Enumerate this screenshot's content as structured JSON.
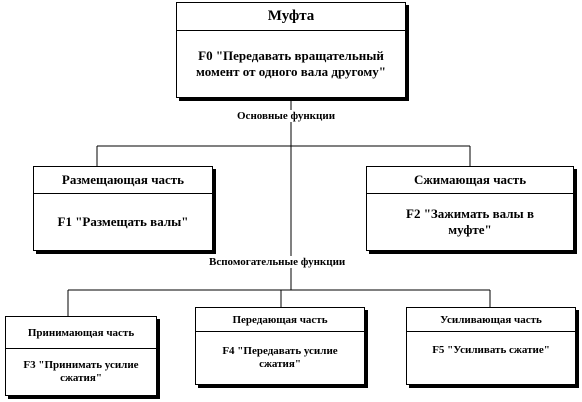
{
  "root": {
    "title": "Муфта",
    "function": "F0 \"Передавать вращательный момент от одного вала другому\""
  },
  "labels": {
    "main": "Основные функции",
    "aux": "Вспомогательные функции"
  },
  "main_parts": [
    {
      "title": "Размещающая часть",
      "function": "F1 \"Размещать валы\""
    },
    {
      "title": "Сжимающая часть",
      "function": "F2 \"Зажимать валы в муфте\""
    }
  ],
  "aux_parts": [
    {
      "title": "Принимающая часть",
      "function": "F3 \"Принимать усилие сжатия\""
    },
    {
      "title": "Передающая часть",
      "function": "F4 \"Передавать усилие сжатия\""
    },
    {
      "title": "Усиливающая часть",
      "function": "F5 \"Усиливать сжатие\""
    }
  ],
  "colors": {
    "line": "#000000",
    "shadow": "#000000",
    "background": "#ffffff"
  }
}
